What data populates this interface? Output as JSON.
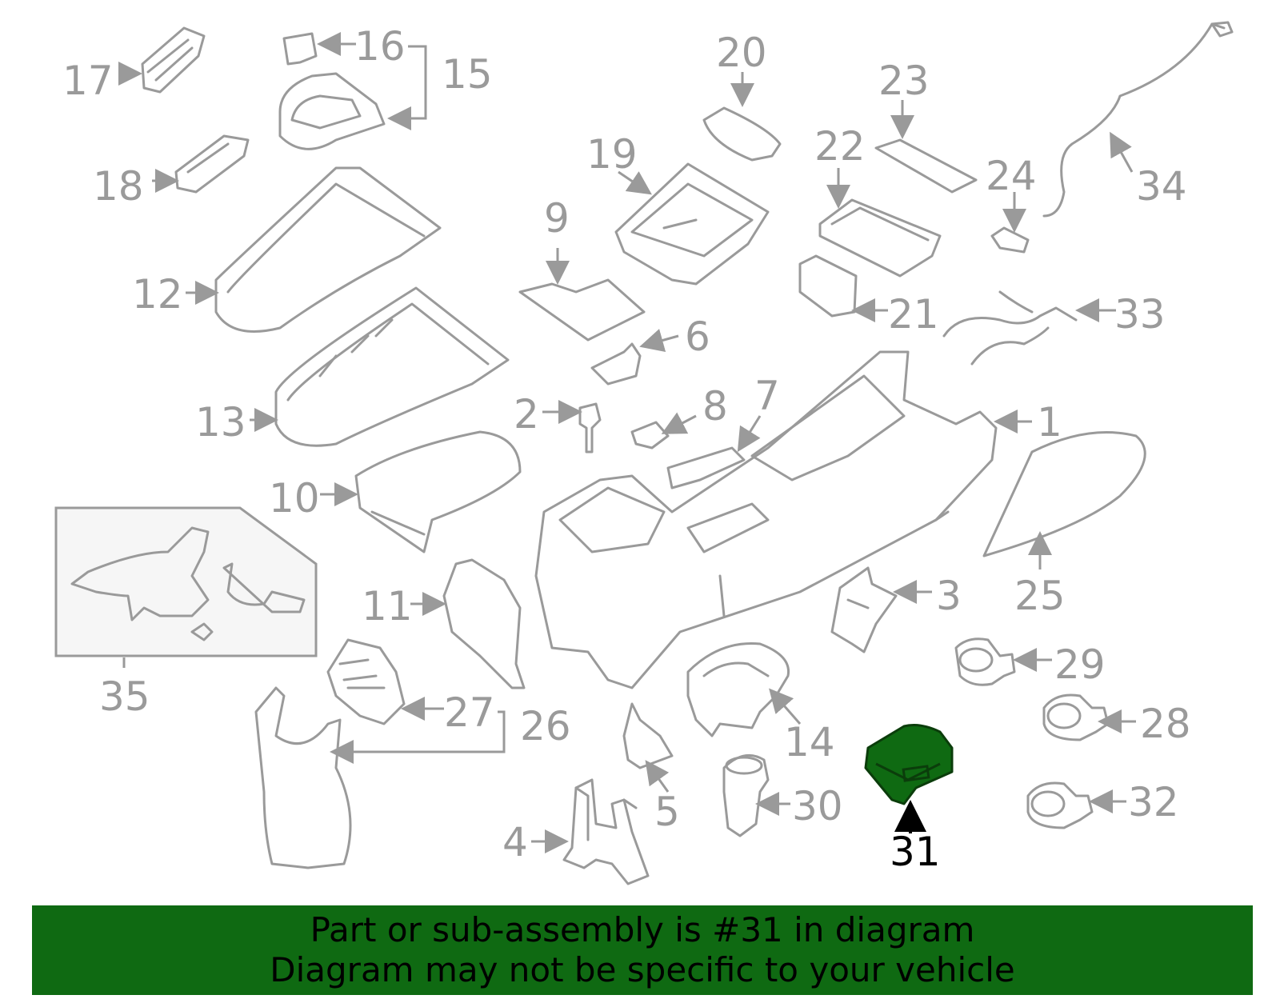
{
  "diagram": {
    "callouts": [
      "1",
      "2",
      "3",
      "4",
      "5",
      "6",
      "7",
      "8",
      "9",
      "10",
      "11",
      "12",
      "13",
      "14",
      "15",
      "16",
      "17",
      "18",
      "19",
      "20",
      "21",
      "22",
      "23",
      "24",
      "25",
      "26",
      "27",
      "28",
      "29",
      "30",
      "31",
      "32",
      "33",
      "34",
      "35"
    ],
    "highlighted_part": "31",
    "highlight_color": "#0f6a12",
    "line_color": "#9a9a9a"
  },
  "banner": {
    "line1": "Part or sub-assembly is #31 in diagram",
    "line2": "Diagram may not be specific to your vehicle",
    "background": "#0f6a12"
  }
}
